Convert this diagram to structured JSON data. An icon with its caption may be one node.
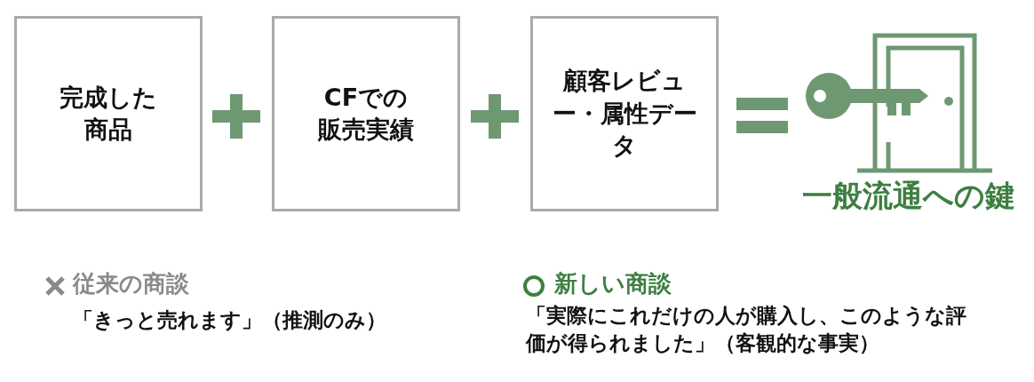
{
  "diagram": {
    "nodes": [
      {
        "text": [
          "完成した商品"
        ]
      },
      {
        "text": [
          "CFでの販売実績"
        ]
      },
      {
        "text": [
          "顧客レビュー・属性データ"
        ]
      }
    ],
    "edges": [],
    "labels": [
      "一般流通への鍵",
      "従来の商談",
      "「きっと売れます」（推測のみ）",
      "新しい商談",
      "「実際にこれだけの人が購入し、このような評価が得られました」（客観的な事実）"
    ]
  }
}
